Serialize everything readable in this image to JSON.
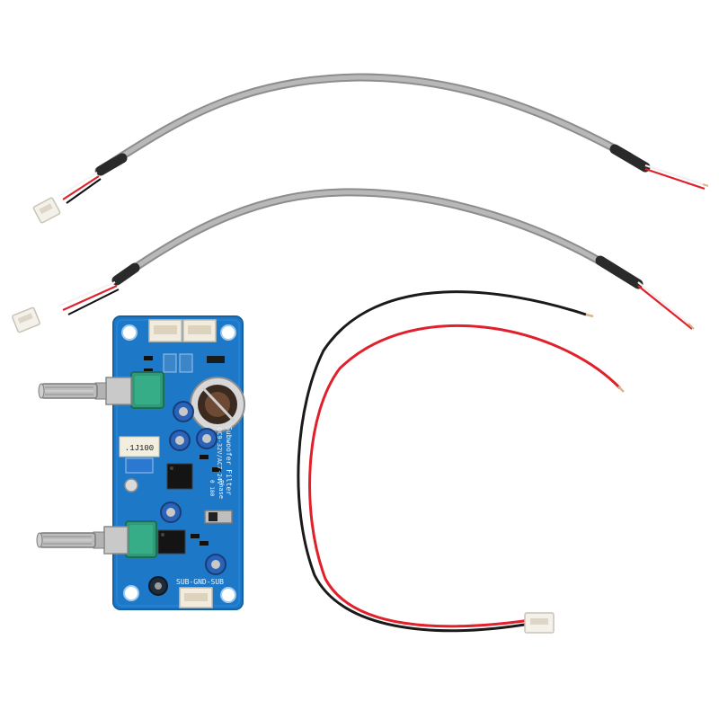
{
  "product_photo": {
    "board": {
      "connector_label_bottom": "SUB-GND-SUB",
      "board_title": "Subwoofer Filter",
      "voltage_text": "DC9-32V/AC7-24V",
      "phase_label": "Phase",
      "phase_values": "0   180",
      "capacitor_text": ".1J100",
      "colors": {
        "pcb": "#1e78c8",
        "pot_body": "#2e9a78",
        "shaft": "#b9b9b9",
        "connector": "#f2ece0"
      }
    },
    "cables": {
      "sheath_color": "#a9a9a9",
      "red_wire": "#e0202a",
      "black_wire": "#1a1a1a",
      "white_wire": "#f0f0f0"
    }
  }
}
